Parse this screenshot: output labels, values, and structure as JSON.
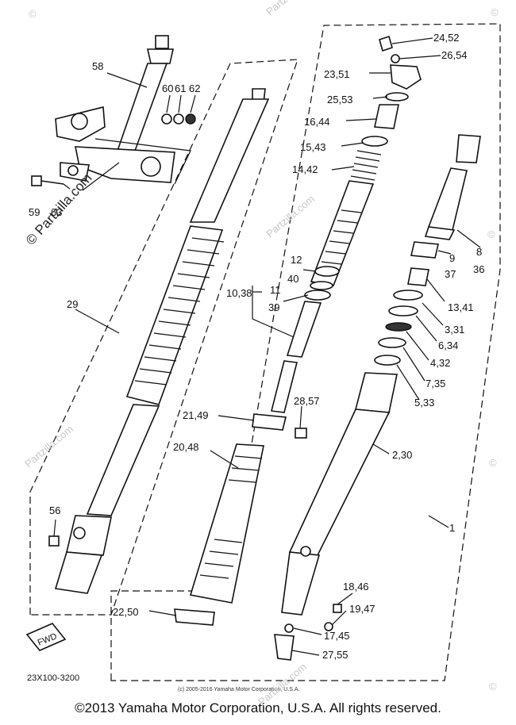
{
  "watermark": {
    "text": "Partzilla.com",
    "symbol": "©",
    "prefix_text": "© Partzilla.com"
  },
  "callouts": [
    {
      "id": "58",
      "text": "58"
    },
    {
      "id": "60",
      "text": "60"
    },
    {
      "id": "61",
      "text": "61"
    },
    {
      "id": "62",
      "text": "62"
    },
    {
      "id": "59",
      "text": "59"
    },
    {
      "id": "63",
      "text": "63"
    },
    {
      "id": "29",
      "text": "29"
    },
    {
      "id": "56",
      "text": "56"
    },
    {
      "id": "24_52",
      "text": "24,52"
    },
    {
      "id": "26_54",
      "text": "26,54"
    },
    {
      "id": "23_51",
      "text": "23,51"
    },
    {
      "id": "25_53",
      "text": "25,53"
    },
    {
      "id": "16_44",
      "text": "16,44"
    },
    {
      "id": "15_43",
      "text": "15,43"
    },
    {
      "id": "14_42",
      "text": "14,42"
    },
    {
      "id": "12",
      "text": "12"
    },
    {
      "id": "40",
      "text": "40"
    },
    {
      "id": "10_38",
      "text": "10,38"
    },
    {
      "id": "11",
      "text": "11"
    },
    {
      "id": "39",
      "text": "39"
    },
    {
      "id": "8",
      "text": "8"
    },
    {
      "id": "9",
      "text": "9"
    },
    {
      "id": "37",
      "text": "37"
    },
    {
      "id": "36",
      "text": "36"
    },
    {
      "id": "13_41",
      "text": "13,41"
    },
    {
      "id": "3_31",
      "text": "3,31"
    },
    {
      "id": "6_34",
      "text": "6,34"
    },
    {
      "id": "4_32",
      "text": "4,32"
    },
    {
      "id": "7_35",
      "text": "7,35"
    },
    {
      "id": "5_33",
      "text": "5,33"
    },
    {
      "id": "28_57",
      "text": "28,57"
    },
    {
      "id": "21_49",
      "text": "21,49"
    },
    {
      "id": "20_48",
      "text": "20,48"
    },
    {
      "id": "2_30",
      "text": "2,30"
    },
    {
      "id": "1",
      "text": "1"
    },
    {
      "id": "18_46",
      "text": "18,46"
    },
    {
      "id": "19_47",
      "text": "19,47"
    },
    {
      "id": "17_45",
      "text": "17,45"
    },
    {
      "id": "27_55",
      "text": "27,55"
    },
    {
      "id": "22_50",
      "text": "22,50"
    }
  ],
  "fwd_badge": "FWD",
  "diagram_code": "23X100-3200",
  "inner_copyright": "(c) 2005-2016 Yamaha Motor Corporation, U.S.A.",
  "footer_copyright": "©2013 Yamaha Motor Corporation, U.S.A. All rights reserved."
}
